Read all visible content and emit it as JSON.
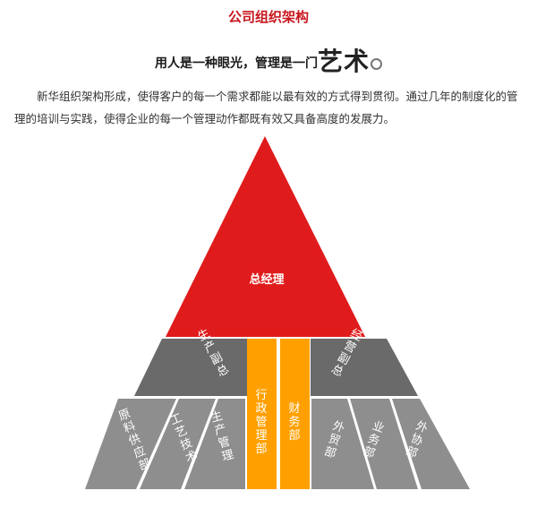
{
  "title": "公司组织架构",
  "slogan": {
    "lead": "用人是一种眼光，管理是一门",
    "highlight": "艺术"
  },
  "intro": "新华组织架构形成，使得客户的每一个需求都能以最有效的方式得到贯彻。通过几年的制度化的管理的培训与实践，使得企业的每一个管理动作都既有效又具备高度的发展力。",
  "org": {
    "top": {
      "label": "总经理",
      "color": "#e01b1b"
    },
    "deputies": [
      {
        "label": "生产副总",
        "color": "#6a6a6a"
      },
      {
        "label": "经营副总",
        "color": "#6a6a6a"
      }
    ],
    "center": [
      {
        "label": "行政管理部",
        "color": "#ffa000"
      },
      {
        "label": "财务部",
        "color": "#ffa000"
      }
    ],
    "production_departments": [
      {
        "label": "原料供应部",
        "color": "#8e8e8e"
      },
      {
        "label": "工艺技术",
        "color": "#8e8e8e"
      },
      {
        "label": "生产管理",
        "color": "#8e8e8e"
      }
    ],
    "business_departments": [
      {
        "label": "外贸部",
        "color": "#8e8e8e"
      },
      {
        "label": "业务部",
        "color": "#8e8e8e"
      },
      {
        "label": "外协部",
        "color": "#8e8e8e"
      }
    ]
  }
}
